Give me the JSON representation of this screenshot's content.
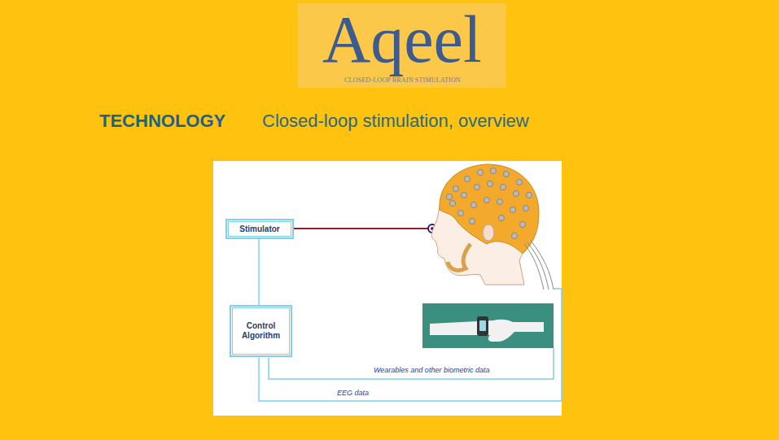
{
  "diagram": {
    "title": "Aqeel",
    "nodes": [
      {
        "text": [
          "Stimulator"
        ]
      },
      {
        "text": [
          "Control Algorithm"
        ]
      }
    ],
    "edges": [
      {
        "from": 1,
        "to": 0,
        "arrow": "none"
      }
    ],
    "labels": [
      "CLOSED-LOOP BRAIN STIMULATION",
      "TECHNOLOGY",
      "Closed-loop stimulation, overview",
      "Wearables and other biometric data",
      "EEG data"
    ]
  }
}
